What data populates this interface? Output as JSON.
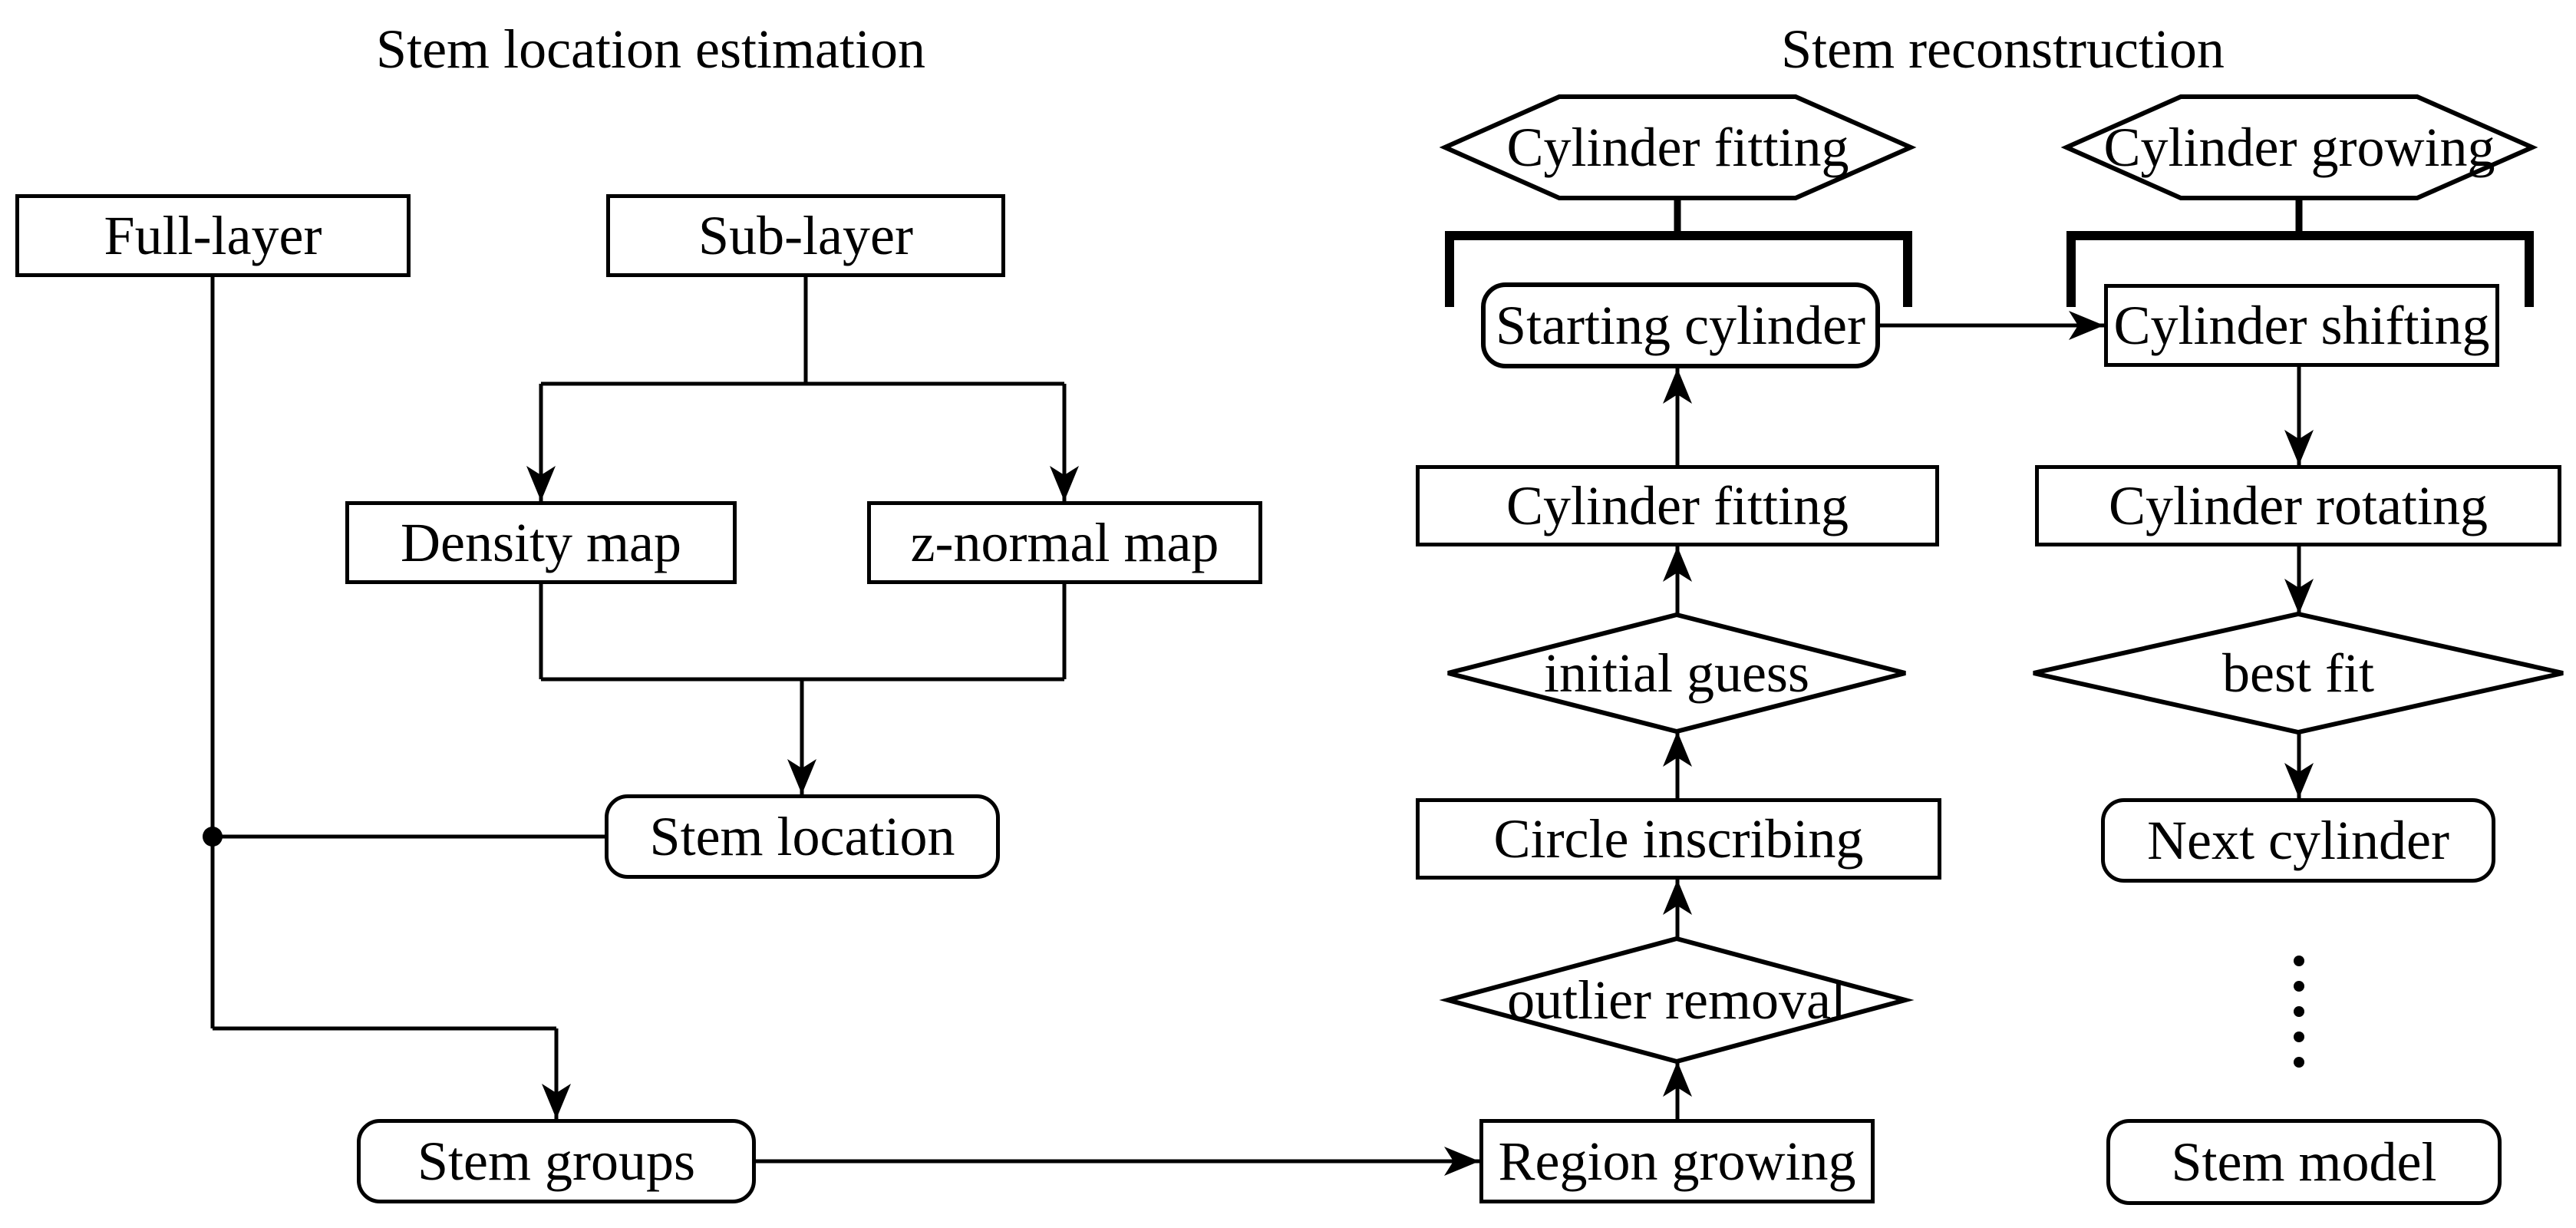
{
  "titles": {
    "left": "Stem location estimation",
    "right": "Stem reconstruction"
  },
  "nodes": {
    "full_layer": "Full-layer",
    "sub_layer": "Sub-layer",
    "density_map": "Density map",
    "z_normal_map": "z-normal map",
    "stem_location": "Stem location",
    "stem_groups": "Stem groups",
    "region_growing": "Region growing",
    "hex_cylinder_fitting": "Cylinder fitting",
    "hex_cylinder_growing": "Cylinder growing",
    "starting_cylinder": "Starting cylinder",
    "cylinder_fitting": "Cylinder fitting",
    "initial_guess": "initial guess",
    "circle_inscribing": "Circle inscribing",
    "outlier_removal": "outlier removal",
    "cylinder_shifting": "Cylinder shifting",
    "cylinder_rotating": "Cylinder rotating",
    "best_fit": "best fit",
    "next_cylinder": "Next cylinder",
    "stem_model": "Stem model"
  },
  "colors": {
    "ink": "#000000",
    "background": "#ffffff"
  }
}
